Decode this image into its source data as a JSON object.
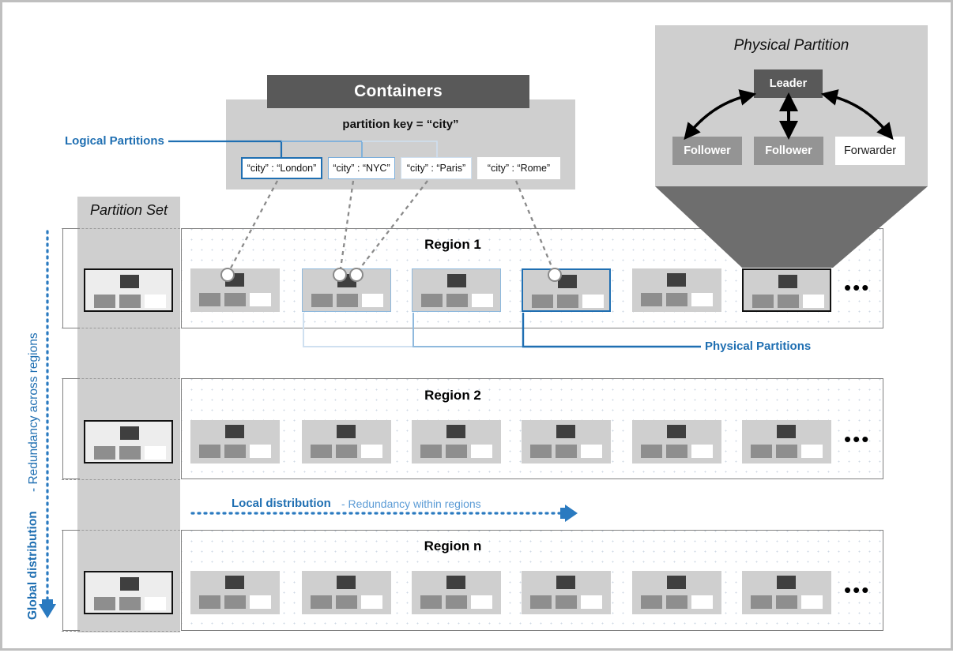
{
  "containers": {
    "title": "Containers",
    "partition_key_label": "partition key = “city”",
    "logical_partitions_label": "Logical Partitions",
    "logical_partitions": [
      {
        "label": "“city” : “London”",
        "highlight": "dark"
      },
      {
        "label": "“city” : “NYC”",
        "highlight": "mid"
      },
      {
        "label": "“city” : “Paris”",
        "highlight": "light"
      },
      {
        "label": "“city” : “Rome”",
        "highlight": "none"
      }
    ]
  },
  "physical_partition_panel": {
    "title": "Physical Partition",
    "leader": "Leader",
    "followers": [
      "Follower",
      "Follower"
    ],
    "forwarder": "Forwarder"
  },
  "partition_set": {
    "title": "Partition Set"
  },
  "regions": [
    {
      "label": "Region 1",
      "ellipsis": "•••",
      "tiles": [
        "none",
        "mid",
        "mid",
        "dark",
        "none",
        "black"
      ]
    },
    {
      "label": "Region 2",
      "ellipsis": "•••",
      "tiles": [
        "none",
        "none",
        "none",
        "none",
        "none",
        "none"
      ]
    },
    {
      "label": "Region n",
      "ellipsis": "•••",
      "tiles": [
        "none",
        "none",
        "none",
        "none",
        "none",
        "none"
      ]
    }
  ],
  "annotations": {
    "physical_partitions_label": "Physical Partitions",
    "local_distribution_title": "Local distribution",
    "local_distribution_sub": "- Redundancy within regions",
    "global_distribution_title": "Global distribution",
    "global_distribution_sub": "- Redundancy across regions"
  },
  "colors": {
    "accent_blue": "#1f6fb2",
    "light_blue": "#5b9bd5",
    "panel_gray": "#cfcfcf",
    "dark_gray": "#595959",
    "mid_gray": "#8e8e8e",
    "leader_gray": "#3f3f3f"
  }
}
